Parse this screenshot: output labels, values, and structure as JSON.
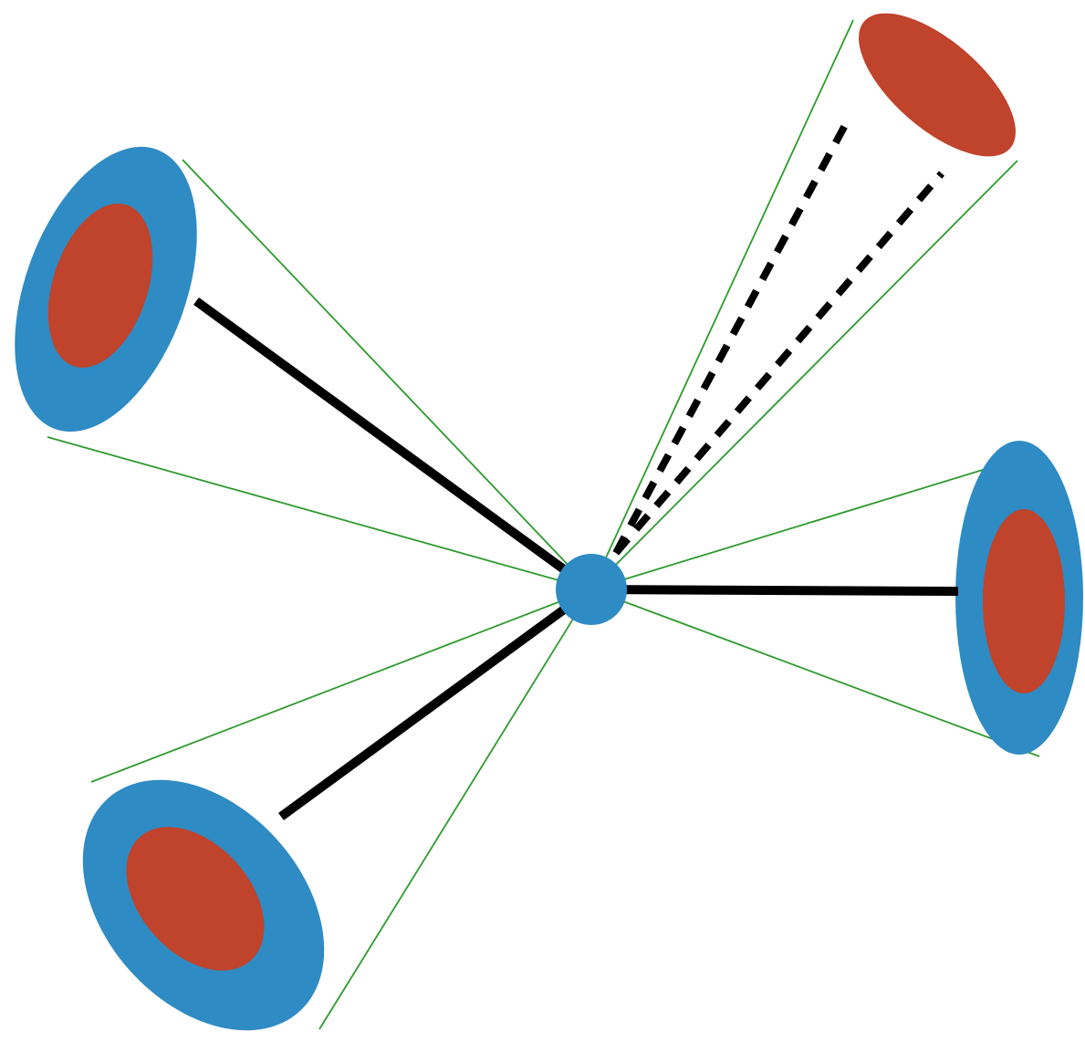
{
  "colors": {
    "background": "#ffffff",
    "outer_ring": "#2f8bc3",
    "inner_core": "#c0432b",
    "cone_edge": "#2e9a2e",
    "track": "#000000"
  },
  "diagram": {
    "center": "blue-vertex-dot",
    "jets": [
      {
        "name": "jet-upper-left",
        "style": "solid",
        "rings": [
          "blue",
          "red"
        ]
      },
      {
        "name": "jet-upper-right",
        "style": "dashed",
        "rings": [
          "red"
        ]
      },
      {
        "name": "jet-right",
        "style": "solid",
        "rings": [
          "blue",
          "red"
        ]
      },
      {
        "name": "jet-lower-left",
        "style": "solid",
        "rings": [
          "blue",
          "red"
        ]
      }
    ]
  }
}
